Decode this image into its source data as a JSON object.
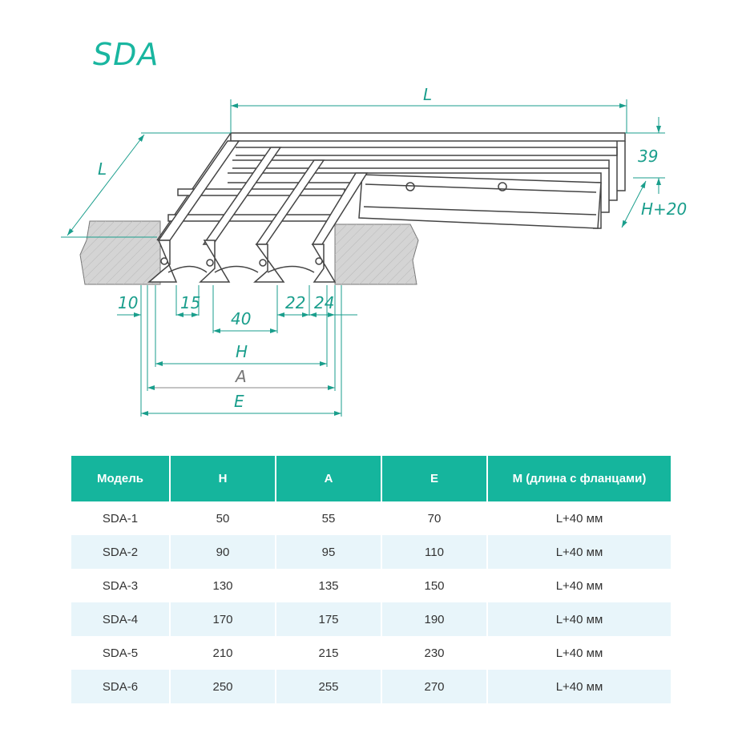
{
  "title": "SDA",
  "diagram": {
    "labels": {
      "length_top": "L",
      "length_side": "L",
      "height_right": "39",
      "h_plus": "H+20",
      "d10": "10",
      "d15": "15",
      "d40": "40",
      "d22": "22",
      "d24": "24",
      "h": "H",
      "a": "A",
      "e": "E"
    },
    "colors": {
      "accent": "#19b6a0",
      "line": "#1a9e8c",
      "metal": "#444444",
      "wall": "#cfcfcf"
    }
  },
  "table": {
    "headers": [
      "Модель",
      "H",
      "A",
      "E",
      "M (длина с фланцами)"
    ],
    "rows": [
      [
        "SDA-1",
        "50",
        "55",
        "70",
        "L+40 мм"
      ],
      [
        "SDA-2",
        "90",
        "95",
        "110",
        "L+40 мм"
      ],
      [
        "SDA-3",
        "130",
        "135",
        "150",
        "L+40 мм"
      ],
      [
        "SDA-4",
        "170",
        "175",
        "190",
        "L+40 мм"
      ],
      [
        "SDA-5",
        "210",
        "215",
        "230",
        "L+40 мм"
      ],
      [
        "SDA-6",
        "250",
        "255",
        "270",
        "L+40 мм"
      ]
    ],
    "colors": {
      "header_bg": "#15b59d",
      "alt_row_bg": "#e8f5fa"
    }
  }
}
